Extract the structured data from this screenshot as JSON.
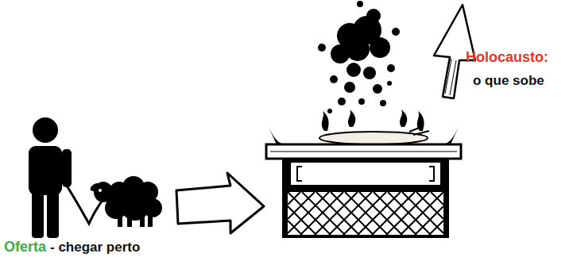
{
  "diagram": {
    "labels": [
      "Holocausto:",
      "o que sobe",
      "Oferta",
      "- chegar perto"
    ]
  }
}
